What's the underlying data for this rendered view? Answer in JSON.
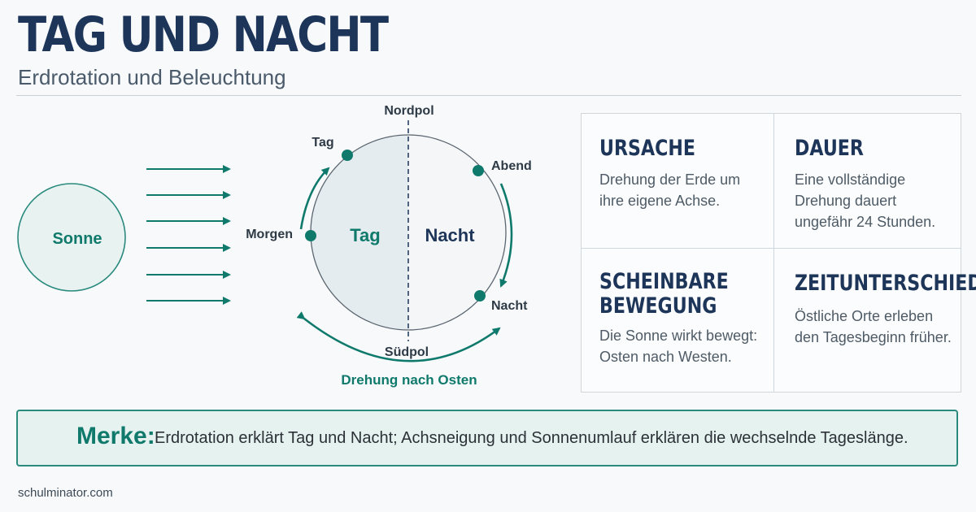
{
  "header": {
    "title": "TAG UND NACHT",
    "subtitle": "Erdrotation und Beleuchtung"
  },
  "diagram": {
    "sun_label": "Sonne",
    "north_pole": "Nordpol",
    "south_pole": "Südpol",
    "day_side": "Tag",
    "night_side": "Nacht",
    "markers": {
      "tag": "Tag",
      "morgen": "Morgen",
      "abend": "Abend",
      "nacht": "Nacht"
    },
    "rotation_label": "Drehung nach Osten",
    "colors": {
      "accent": "#0f7a6c",
      "navy": "#1d3559",
      "sun_fill": "#e8f3f1",
      "day_fill": "#e4ecf0",
      "night_fill": "#f4f6f8"
    }
  },
  "info": {
    "ursache": {
      "title": "URSACHE",
      "text": "Drehung der Erde um\nihre eigene Achse."
    },
    "dauer": {
      "title": "DAUER",
      "text": "Eine vollständige\nDrehung dauert\nungefähr 24 Stunden."
    },
    "bewegung": {
      "title": "SCHEINBARE\nBEWEGUNG",
      "text": "Die Sonne wirkt bewegt:\nOsten nach Westen."
    },
    "zeit": {
      "title": "ZEITUNTERSCHIEDE",
      "text": "Östliche Orte erleben\nden Tagesbeginn früher."
    }
  },
  "merke": {
    "label": "Merke:",
    "text": "Erdrotation erklärt Tag und Nacht; Achsneigung und Sonnenumlauf erklären die wechselnde Tageslänge."
  },
  "footer": {
    "source": "schulminator.com"
  }
}
